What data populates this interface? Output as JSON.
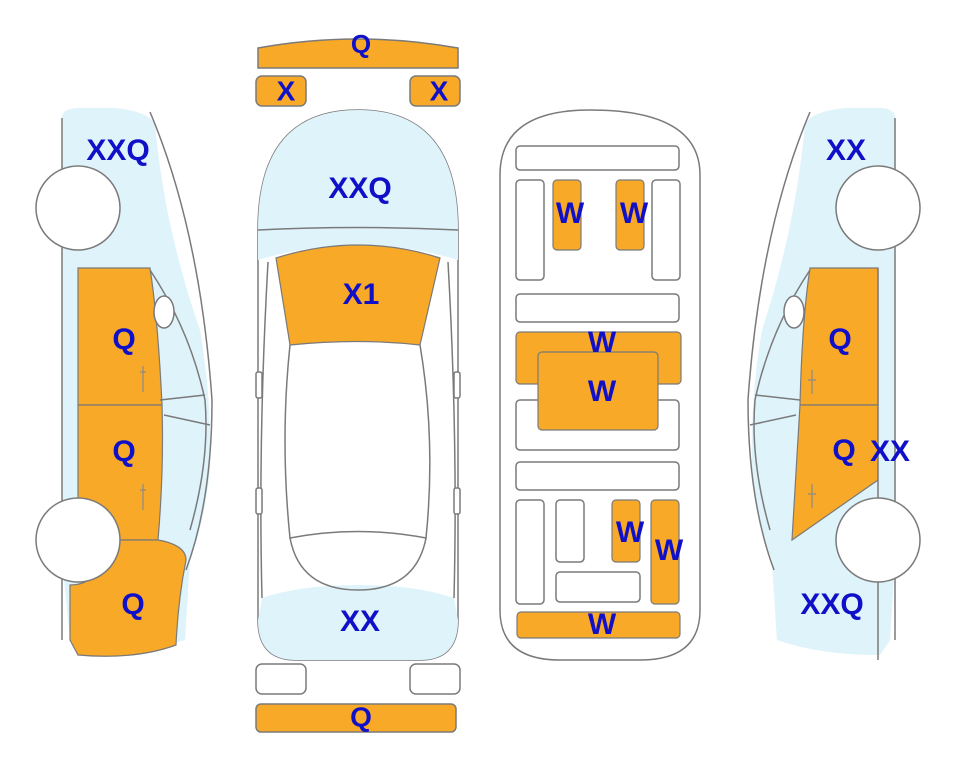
{
  "colors": {
    "damage": "#F8A927",
    "glass": "#DFF3FB",
    "outline": "#7A7A7A",
    "label": "#1010C8",
    "background": "#FFFFFF"
  },
  "labels": {
    "front_bumper": "Q",
    "front_light_left": "X",
    "front_light_right": "X",
    "left_front_fender": "XXQ",
    "left_front_door": "Q",
    "left_rear_door": "Q",
    "left_rear_quarter": "Q",
    "hood": "XXQ",
    "windshield": "X1",
    "trunk": "XX",
    "rear_bumper": "Q",
    "floor_front_left": "W",
    "floor_front_right": "W",
    "floor_middle_top": "W",
    "floor_middle_center": "W",
    "floor_rear_small": "W",
    "floor_rear_tall": "W",
    "floor_rear_bottom": "W",
    "right_front_fender": "XX",
    "right_front_door": "Q",
    "right_rear_door": "Q",
    "right_rear_side": "XX",
    "right_rear_quarter": "XXQ"
  }
}
